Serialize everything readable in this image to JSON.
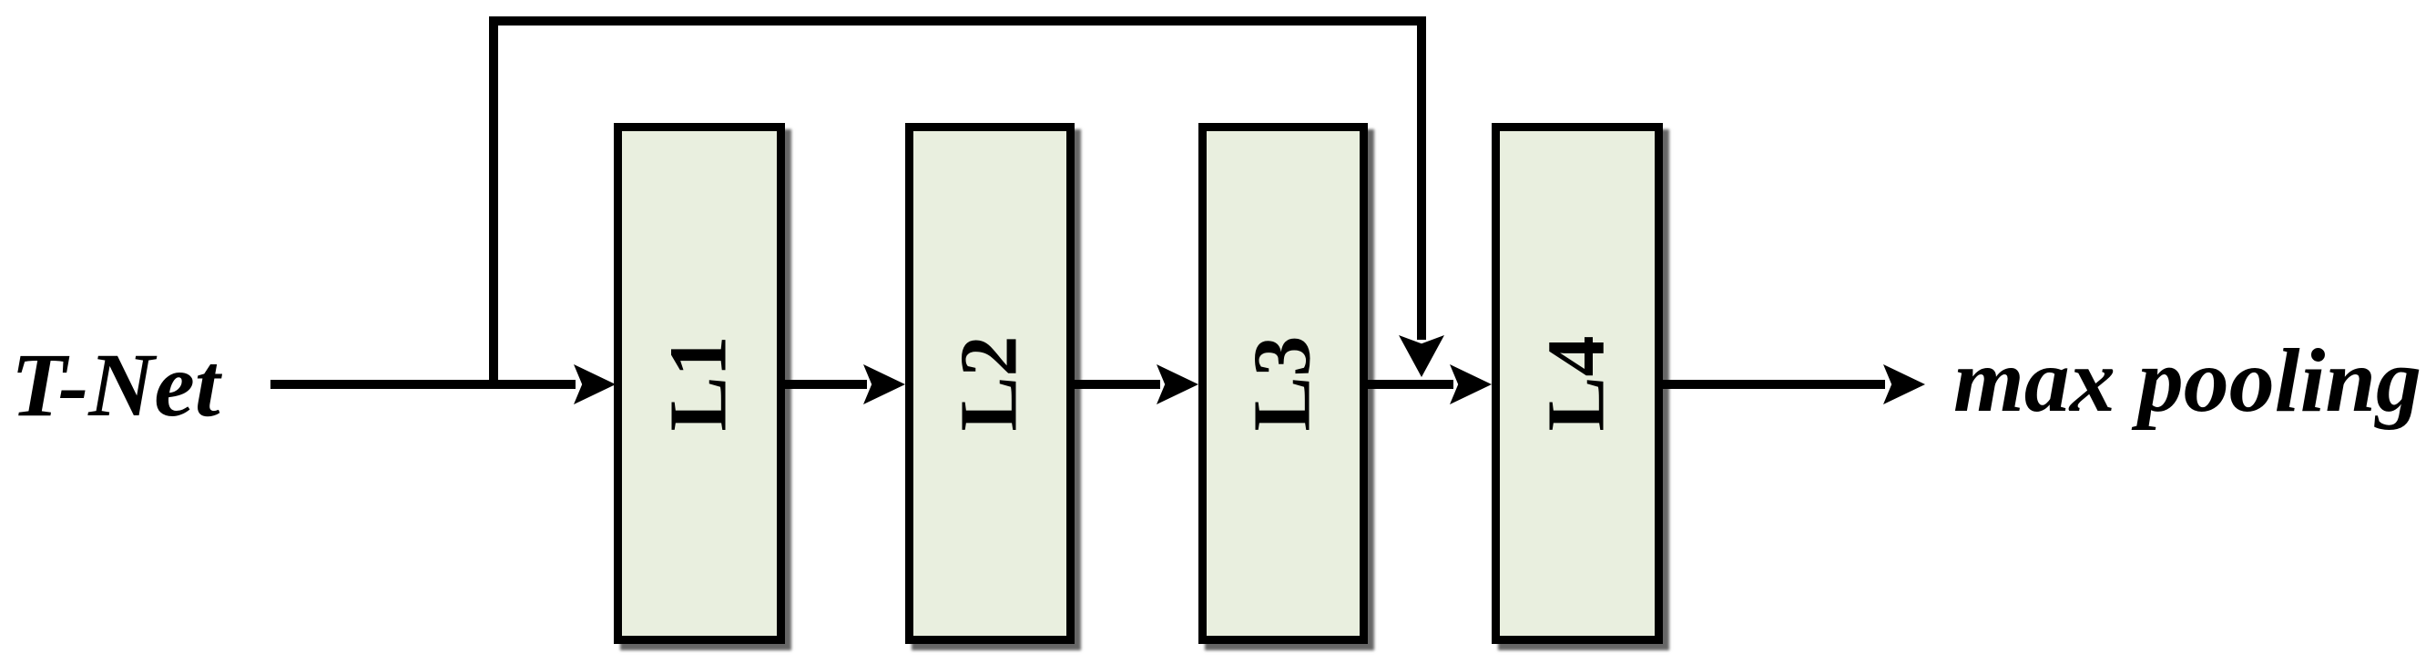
{
  "diagram": {
    "input_label": "T-Net",
    "output_label": "max pooling",
    "layers": [
      {
        "label": "L1"
      },
      {
        "label": "L2"
      },
      {
        "label": "L3"
      },
      {
        "label": "L4"
      }
    ],
    "connections": {
      "main_path": "T-Net -> L1 -> L2 -> L3 -> L4 -> max pooling",
      "skip_path": "T-Net output branches before L1 and merges at L4 input"
    },
    "colors": {
      "background": "#ffffff",
      "box_fill": "#e9efdf",
      "box_border": "#000000",
      "line": "#000000",
      "text": "#000000"
    }
  }
}
